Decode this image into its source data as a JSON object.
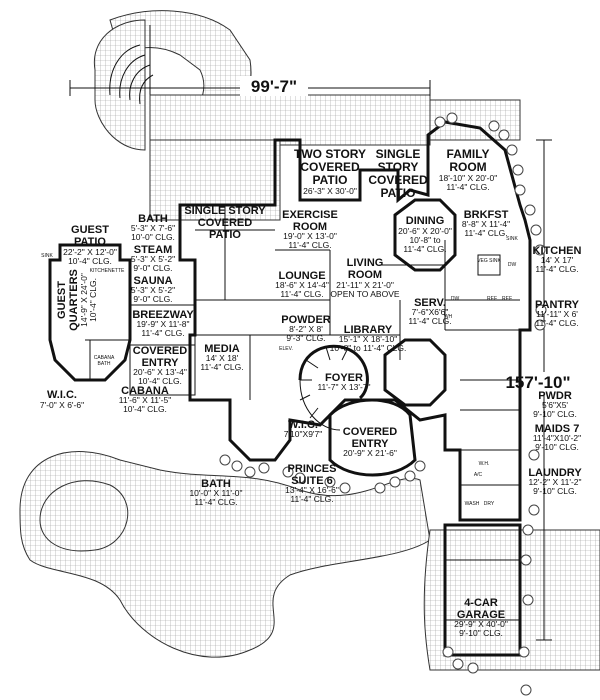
{
  "dimensions": {
    "width": "99'-7\"",
    "depth": "157'-10\""
  },
  "rooms": {
    "two_story_patio": {
      "name": [
        "TWO STORY",
        "COVERED",
        "PATIO"
      ],
      "size": "26'-3\" X 30'-0\""
    },
    "single_story_patio_right": {
      "name": [
        "SINGLE",
        "STORY",
        "COVERED",
        "PATIO"
      ]
    },
    "family_room": {
      "name": [
        "FAMILY",
        "ROOM"
      ],
      "size": "18'-10\" X 20'-0\"",
      "ceiling": "11'-4\" CLG."
    },
    "guest_patio": {
      "name": [
        "GUEST",
        "PATIO"
      ],
      "size": "22'-2\" X 12'-0\"",
      "ceiling": "10'-4\" CLG."
    },
    "bath_top": {
      "name": "BATH",
      "size": "5'-3\" X 7'-6\"",
      "ceiling": "10'-0\" CLG."
    },
    "steam": {
      "name": "STEAM",
      "size": "5'-3\" X 5'-2\"",
      "ceiling": "9'-0\" CLG."
    },
    "sauna": {
      "name": "SAUNA",
      "size": "5'-3\" X 5'-2\"",
      "ceiling": "9'-0\" CLG."
    },
    "single_story_patio_left": {
      "name": [
        "SINGLE STORY",
        "COVERED",
        "PATIO"
      ]
    },
    "exercise_room": {
      "name": [
        "EXERCISE",
        "ROOM"
      ],
      "size": "19'-0\" X 13'-0\"",
      "ceiling": "11'-4\" CLG."
    },
    "dining": {
      "name": "DINING",
      "size": "20'-6\" X 20'-0\"",
      "ceiling": "10'-8\" to",
      "ceiling2": "11'-4\" CLG."
    },
    "brkfst": {
      "name": "BRKFST",
      "size": "8'-8\" X 11'-4\"",
      "ceiling": "11'-4\" CLG."
    },
    "kitchen": {
      "name": "KITCHEN",
      "size": "14' X 17'",
      "ceiling": "11'-4\" CLG."
    },
    "guest_quarters": {
      "name": [
        "GUEST",
        "QUARTERS"
      ],
      "size": "14'-9\" X 24'-0\"",
      "ceiling": "10'-4\" CLG."
    },
    "kitchenette": {
      "name": "KITCHENETTE"
    },
    "lounge": {
      "name": "LOUNGE",
      "size": "18'-6\" X 14'-4\"",
      "ceiling": "11'-4\" CLG."
    },
    "living_room": {
      "name": [
        "LIVING",
        "ROOM"
      ],
      "size": "21'-11\" X 21'-0\"",
      "ceiling": "OPEN TO ABOVE"
    },
    "breezeway": {
      "name": "BREEZWAY",
      "size": "19'-9\" X 11'-8\"",
      "ceiling": "11'-4\" CLG."
    },
    "serv": {
      "name": "SERV.",
      "size": "7'-6\"X6'6\"",
      "ceiling": "11'-4\" CLG."
    },
    "pantry": {
      "name": "PANTRY",
      "size": "11'-11\" X 6'",
      "ceiling": "11'-4\" CLG."
    },
    "powder": {
      "name": "POWDER",
      "size": "8'-2\" X 8'",
      "ceiling": "9'-3\" CLG."
    },
    "library": {
      "name": "LIBRARY",
      "size": "15'-1\" X 18'-10\"",
      "ceiling": "10'-8\" to 11'-4\" CLG."
    },
    "covered_entry_left": {
      "name": [
        "COVERED",
        "ENTRY"
      ],
      "size": "20'-6\" X 13'-4\"",
      "ceiling": "10'-4\" CLG."
    },
    "media": {
      "name": "MEDIA",
      "size": "14' X 18'",
      "ceiling": "11'-4\" CLG."
    },
    "foyer": {
      "name": "FOYER",
      "size": "11'-7\" X 13'-7\""
    },
    "pwdr": {
      "name": "PWDR",
      "size": "5'6\"X5'",
      "ceiling": "9'-10\" CLG."
    },
    "cabana_bath": {
      "name": [
        "CABANA",
        "BATH"
      ]
    },
    "wic_left": {
      "name": "W.I.C.",
      "size": "7'-0\" X 6'-6\""
    },
    "cabana": {
      "name": "CABANA",
      "size": "11'-6\" X 11'-5\"",
      "ceiling": "10'-4\" CLG."
    },
    "wic_center": {
      "name": "W.I.C.",
      "size": "7'10\"X9'7\""
    },
    "covered_entry_center": {
      "name": [
        "COVERED",
        "ENTRY"
      ],
      "size": "20'-9\" X 21'-6\""
    },
    "maids": {
      "name": "MAIDS 7",
      "size": "11'-4\"X10'-2\"",
      "ceiling": "9'-10\" CLG."
    },
    "bath_bottom": {
      "name": "BATH",
      "size": "10'-0\" X 11'-0\"",
      "ceiling": "11'-4\" CLG."
    },
    "princes_suite": {
      "name": [
        "PRINCES",
        "SUITE 6"
      ],
      "size": "13'-4\" X 16'-6\"",
      "ceiling": "11'-4\" CLG."
    },
    "laundry": {
      "name": "LAUNDRY",
      "size": "12'-2\" X 11'-2\"",
      "ceiling": "9'-10\" CLG."
    },
    "garage": {
      "name": [
        "4-CAR",
        "GARAGE"
      ],
      "size": "29'-9\" X 40'-0\"",
      "ceiling": "9'-10\" CLG."
    }
  },
  "fixtures": {
    "veg_sink": "VEG SINK",
    "ref": "REF",
    "ref2": "REF",
    "dw": "DW",
    "dw2": "DW",
    "sink": "SINK",
    "elev": "ELEV.",
    "wh": "WH",
    "wh2": "W.H.",
    "wash": "WASH",
    "dry": "DRY",
    "ac": "A/C",
    "sink_left": "SINK"
  }
}
